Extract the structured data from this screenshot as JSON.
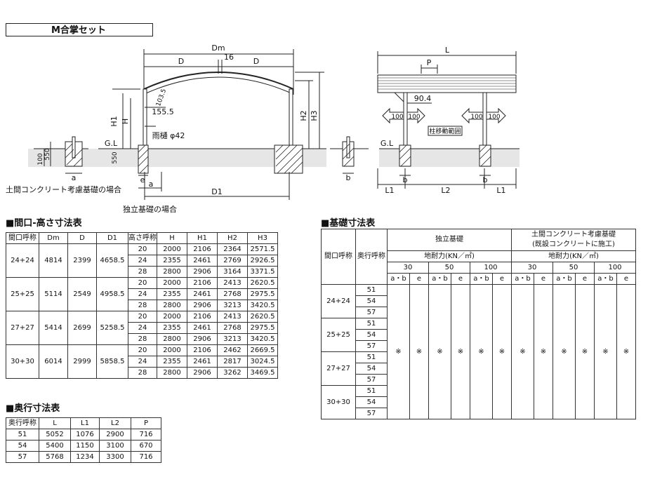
{
  "title": "M合掌セット",
  "front": {
    "labels": {
      "Dm": "Dm",
      "D_left": "D",
      "D_right": "D",
      "center": "16",
      "radius": "103.5",
      "h155": "155.5",
      "H1": "H1",
      "H": "H",
      "H2": "H2",
      "H3": "H3",
      "gutter": "雨樋 φ42",
      "GL": "G.L",
      "d100": "100",
      "d550_left": "550",
      "d550": "550",
      "e": "e",
      "a_small": "a",
      "a": "a",
      "D1": "D1"
    },
    "caption_concrete": "土間コンクリート考慮基礎の場合",
    "caption_independent": "独立基礎の場合"
  },
  "side": {
    "labels": {
      "L": "L",
      "P": "P",
      "v904": "90.4",
      "l100a": "100",
      "r100a": "100",
      "l100b": "100",
      "r100b": "100",
      "range": "柱移動範囲",
      "GL": "G.L",
      "b_small": "b",
      "b1": "b",
      "b2": "b",
      "L1a": "L1",
      "L2": "L2",
      "L1b": "L1"
    }
  },
  "table1": {
    "heading": "■間口-高さ寸法表",
    "headers": [
      "間口呼称",
      "Dm",
      "D",
      "D1",
      "高さ呼称",
      "H",
      "H1",
      "H2",
      "H3"
    ],
    "groups": [
      {
        "name": "24+24",
        "Dm": "4814",
        "D": "2399",
        "D1": "4658.5",
        "rows": [
          [
            "20",
            "2000",
            "2106",
            "2364",
            "2571.5"
          ],
          [
            "24",
            "2355",
            "2461",
            "2769",
            "2926.5"
          ],
          [
            "28",
            "2800",
            "2906",
            "3164",
            "3371.5"
          ]
        ]
      },
      {
        "name": "25+25",
        "Dm": "5114",
        "D": "2549",
        "D1": "4958.5",
        "rows": [
          [
            "20",
            "2000",
            "2106",
            "2413",
            "2620.5"
          ],
          [
            "24",
            "2355",
            "2461",
            "2768",
            "2975.5"
          ],
          [
            "28",
            "2800",
            "2906",
            "3213",
            "3420.5"
          ]
        ]
      },
      {
        "name": "27+27",
        "Dm": "5414",
        "D": "2699",
        "D1": "5258.5",
        "rows": [
          [
            "20",
            "2000",
            "2106",
            "2413",
            "2620.5"
          ],
          [
            "24",
            "2355",
            "2461",
            "2768",
            "2975.5"
          ],
          [
            "28",
            "2800",
            "2906",
            "3213",
            "3420.5"
          ]
        ]
      },
      {
        "name": "30+30",
        "Dm": "6014",
        "D": "2999",
        "D1": "5858.5",
        "rows": [
          [
            "20",
            "2000",
            "2106",
            "2462",
            "2669.5"
          ],
          [
            "24",
            "2355",
            "2461",
            "2817",
            "3024.5"
          ],
          [
            "28",
            "2800",
            "2906",
            "3262",
            "3469.5"
          ]
        ]
      }
    ]
  },
  "table2": {
    "heading": "■奥行寸法表",
    "headers": [
      "奥行呼称",
      "L",
      "L1",
      "L2",
      "P"
    ],
    "rows": [
      [
        "51",
        "5052",
        "1076",
        "2900",
        "716"
      ],
      [
        "54",
        "5400",
        "1150",
        "3100",
        "670"
      ],
      [
        "57",
        "5768",
        "1234",
        "3300",
        "716"
      ]
    ]
  },
  "table3": {
    "heading": "■基礎寸法表",
    "h_frontage": "間口呼称",
    "h_depth": "奥行呼称",
    "h_independent": "独立基礎",
    "h_concrete_1": "土間コンクリート考慮基礎",
    "h_concrete_2": "(既設コンクリートに施工)",
    "h_bearing_a": "地耐力(KN／㎡)",
    "h_bearing_b": "地耐力(KN／㎡)",
    "bearing_values": [
      "30",
      "50",
      "100",
      "30",
      "50",
      "100"
    ],
    "sub_ab": "a・b",
    "sub_e": "e",
    "mark": "※",
    "frontages": [
      "24+24",
      "25+25",
      "27+27",
      "30+30"
    ],
    "depths": [
      "51",
      "54",
      "57"
    ]
  }
}
